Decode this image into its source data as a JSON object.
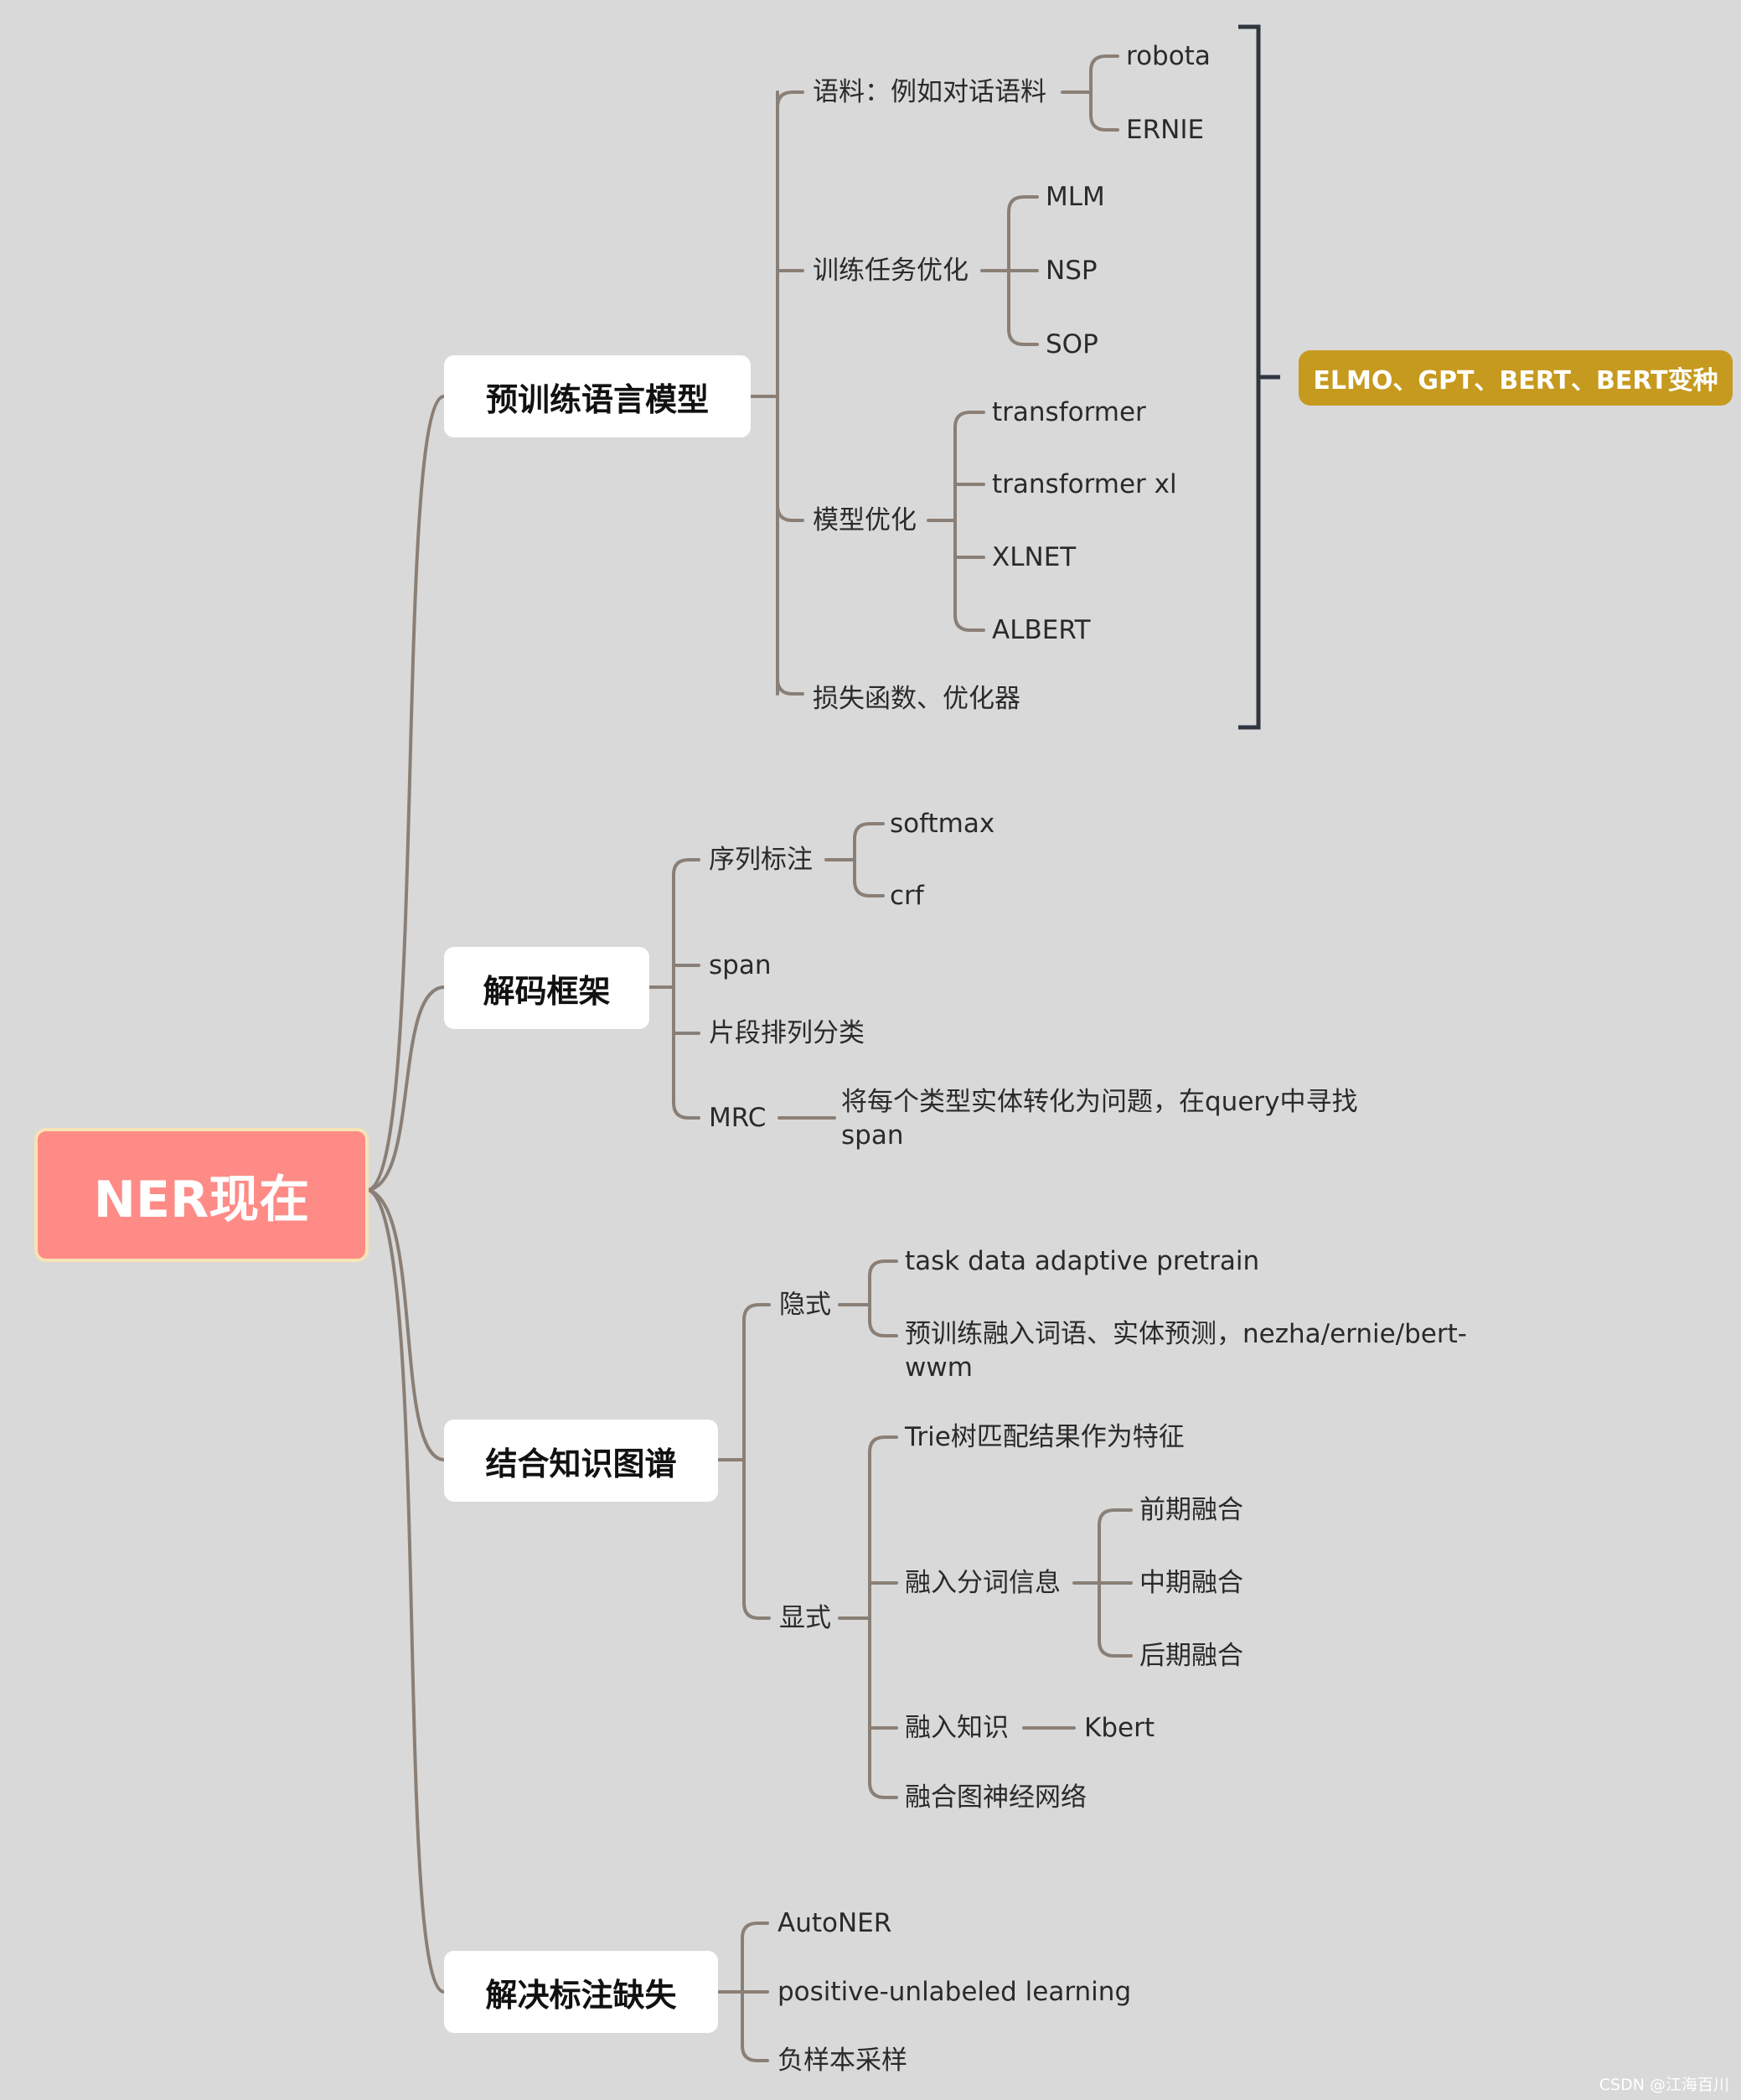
{
  "root": {
    "label": "NER现在"
  },
  "branches": [
    {
      "label": "预训练语言模型",
      "children": [
        {
          "label": "语料：例如对话语料",
          "children": [
            "robota",
            "ERNIE"
          ]
        },
        {
          "label": "训练任务优化",
          "children": [
            "MLM",
            "NSP",
            "SOP"
          ]
        },
        {
          "label": "模型优化",
          "children": [
            "transformer",
            "transformer xl",
            "XLNET",
            "ALBERT"
          ]
        },
        {
          "label": "损失函数、优化器"
        }
      ],
      "summary": "ELMO、GPT、BERT、BERT变种"
    },
    {
      "label": "解码框架",
      "children": [
        {
          "label": "序列标注",
          "children": [
            "softmax",
            "crf"
          ]
        },
        {
          "label": "span"
        },
        {
          "label": "片段排列分类"
        },
        {
          "label": "MRC",
          "children": [
            "将每个类型实体转化为问题，在query中寻找span"
          ]
        }
      ]
    },
    {
      "label": "结合知识图谱",
      "children": [
        {
          "label": "隐式",
          "children": [
            "task data adaptive pretrain",
            "预训练融入词语、实体预测，nezha/ernie/bert-wwm"
          ]
        },
        {
          "label": "显式",
          "children": [
            {
              "label": "Trie树匹配结果作为特征"
            },
            {
              "label": "融入分词信息",
              "children": [
                "前期融合",
                "中期融合",
                "后期融合"
              ]
            },
            {
              "label": "融入知识",
              "children": [
                "Kbert"
              ]
            },
            {
              "label": "融合图神经网络"
            }
          ]
        }
      ]
    },
    {
      "label": "解决标注缺失",
      "children": [
        {
          "label": "AutoNER"
        },
        {
          "label": "positive-unlabeled learning"
        },
        {
          "label": "负样本采样"
        }
      ]
    }
  ],
  "watermark": "CSDN @江海百川",
  "colors": {
    "background": "#d9d9d9",
    "connector": "#8a7f76",
    "root_fill": "#fe8b86",
    "summary_fill": "#c69a1f",
    "bracket": "#2f3640"
  }
}
